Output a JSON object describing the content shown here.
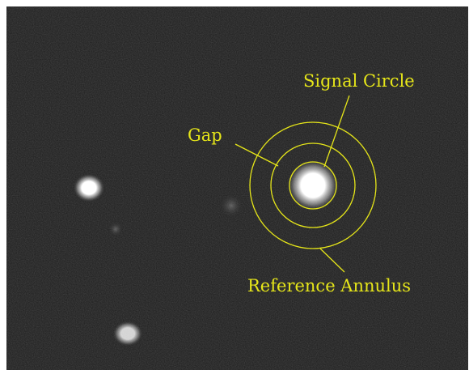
{
  "figure": {
    "labels": {
      "signal": "Signal Circle",
      "gap": "Gap",
      "annulus": "Reference Annulus"
    },
    "colors": {
      "annotation": "#e6e619",
      "background": "#1c1c1c",
      "star": "#ffffff"
    }
  }
}
